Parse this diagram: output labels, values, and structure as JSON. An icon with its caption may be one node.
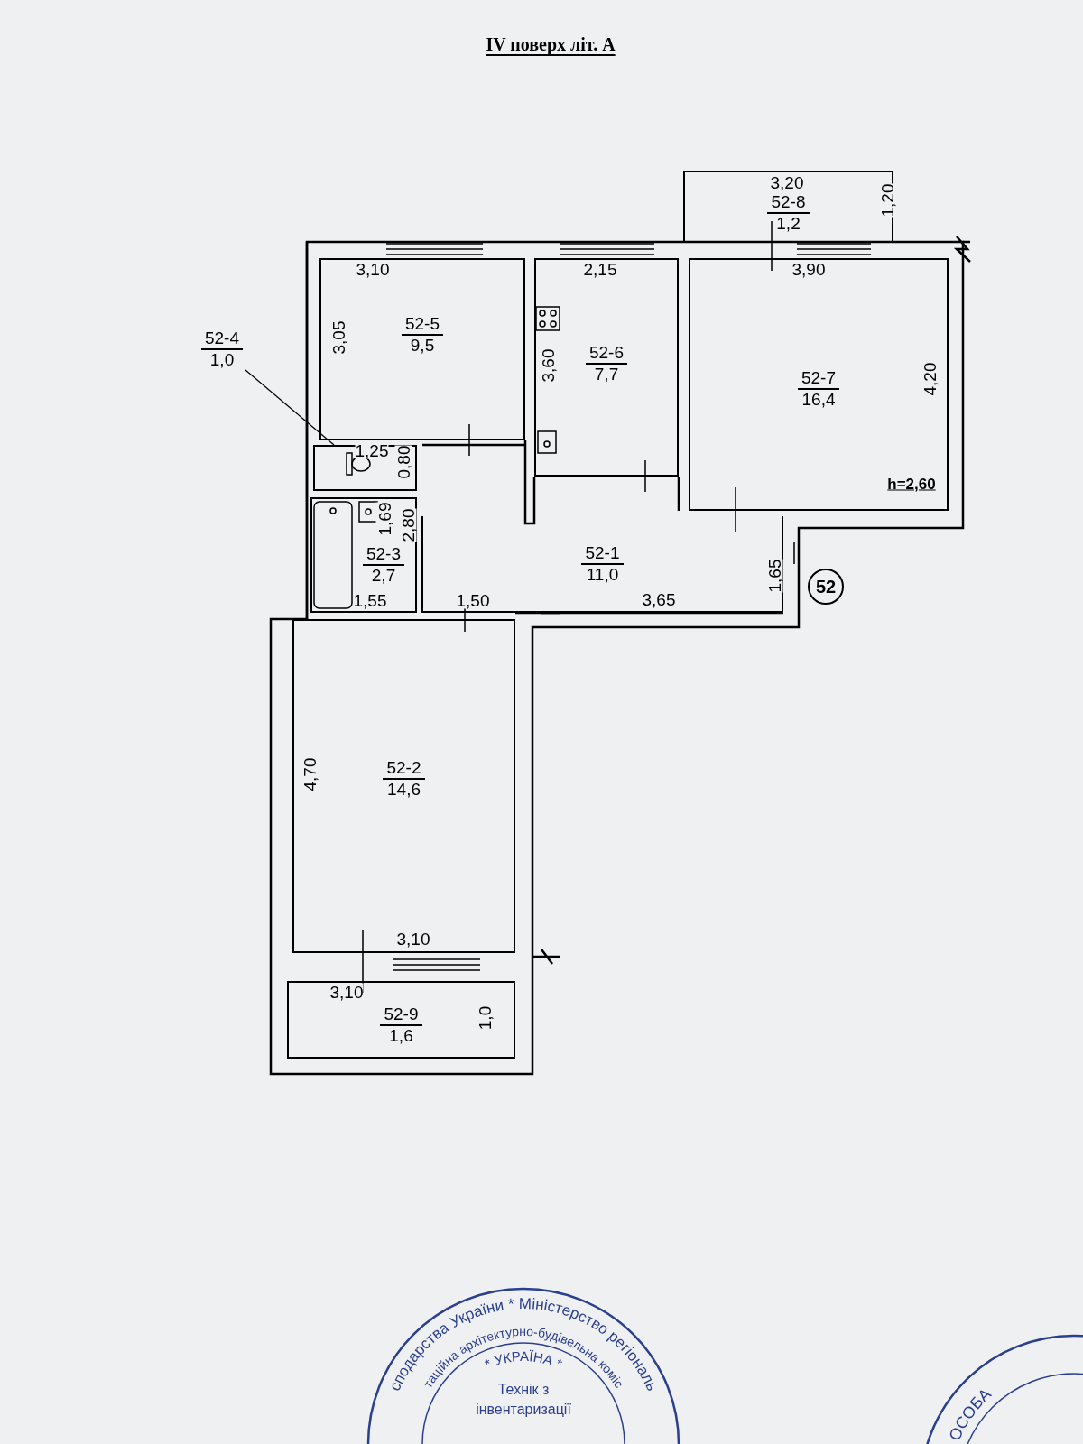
{
  "diagram": {
    "title": "IV поверх літ. А",
    "nodes": [
      {
        "text": [
          "52-8",
          "1,2"
        ]
      },
      {
        "text": [
          "52-5",
          "9,5"
        ]
      },
      {
        "text": [
          "52-6",
          "7,7"
        ]
      },
      {
        "text": [
          "52-7",
          "16,4"
        ]
      },
      {
        "text": [
          "52-4",
          "1,0"
        ]
      },
      {
        "text": [],
        "shape": "box"
      },
      {
        "text": [
          "52-3",
          "2,7"
        ]
      },
      {
        "text": [
          "52-1",
          "11,0"
        ]
      },
      {
        "text": [
          "52-2",
          "14,6"
        ]
      },
      {
        "text": [
          "52-9",
          "1,6"
        ]
      }
    ],
    "edges": [
      {
        "from": 4,
        "to": 5,
        "arrow": "none"
      }
    ],
    "labels": [
      "3,20",
      "1,20",
      "3,10",
      "2,15",
      "3,90",
      "3,05",
      "3,60",
      "4,20",
      "h=2,60",
      "1,25",
      "0,80",
      "1,69",
      "2,80",
      "1,55",
      "1,50",
      "3,65",
      "1,65",
      "52",
      "4,70",
      "3,10",
      "3,10",
      "1,0",
      "сподарства України * Міністерство регіональ",
      "таційна архітектурно-будівельна коміс",
      "* УКРАЇНА *",
      "Технік з",
      "інвентаризації",
      "ФІЗИЧНА ОСОБА"
    ]
  }
}
